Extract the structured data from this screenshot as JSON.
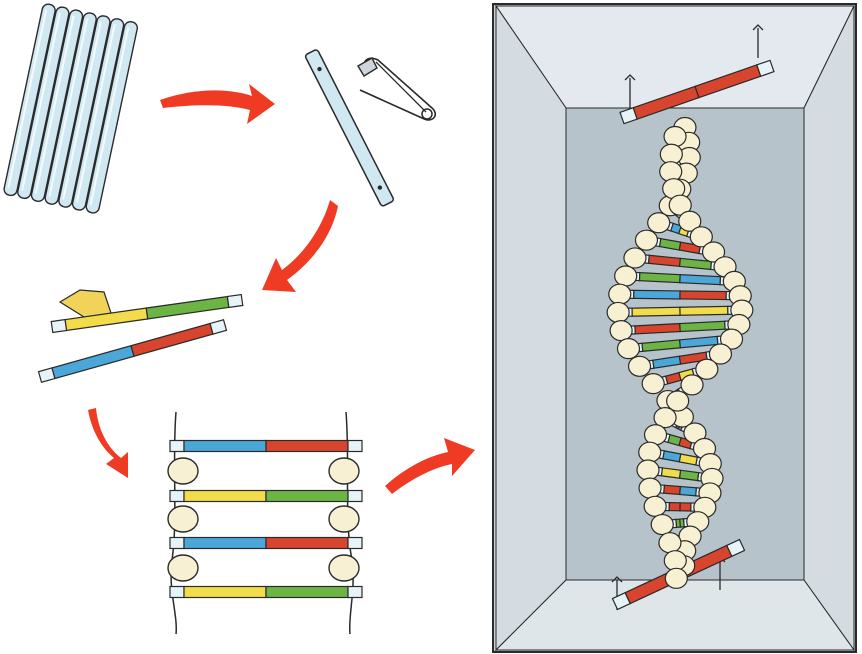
{
  "colors": {
    "background": "#ffffff",
    "outline": "#2a2a2a",
    "straw": "#cfe8f2",
    "straw_tip": "#e6f3f8",
    "arrow": "#ef3b24",
    "blue": "#4aa7d8",
    "red": "#d8452e",
    "yellow": "#f3dc4a",
    "green": "#6cb544",
    "bead": "#f7f0d2",
    "bead_shadow": "#e6dcb0",
    "tape": "#f2d35a",
    "box_outer": "#c9d3da",
    "box_side": "#dde4e9",
    "box_inner": "#b7c3cb",
    "pin": "#8a8f94"
  },
  "steps": [
    {
      "id": "straws",
      "label": ""
    },
    {
      "id": "cut-straw-and-pin",
      "label": ""
    },
    {
      "id": "colored-pairs",
      "label": ""
    },
    {
      "id": "ladder",
      "label": ""
    },
    {
      "id": "double-helix-model",
      "label": ""
    }
  ],
  "ladder_rungs": [
    {
      "left": "blue",
      "right": "red"
    },
    {
      "left": "yellow",
      "right": "green"
    },
    {
      "left": "blue",
      "right": "red"
    },
    {
      "left": "yellow",
      "right": "green"
    }
  ],
  "helix_pairs": [
    "red",
    "green",
    "red",
    "blue",
    "red",
    "yellow",
    "blue",
    "green",
    "red",
    "green",
    "blue",
    "yellow",
    "red",
    "green",
    "blue",
    "red",
    "yellow",
    "green",
    "blue",
    "red",
    "yellow",
    "green",
    "blue",
    "red",
    "green",
    "blue",
    "yellow",
    "red"
  ]
}
